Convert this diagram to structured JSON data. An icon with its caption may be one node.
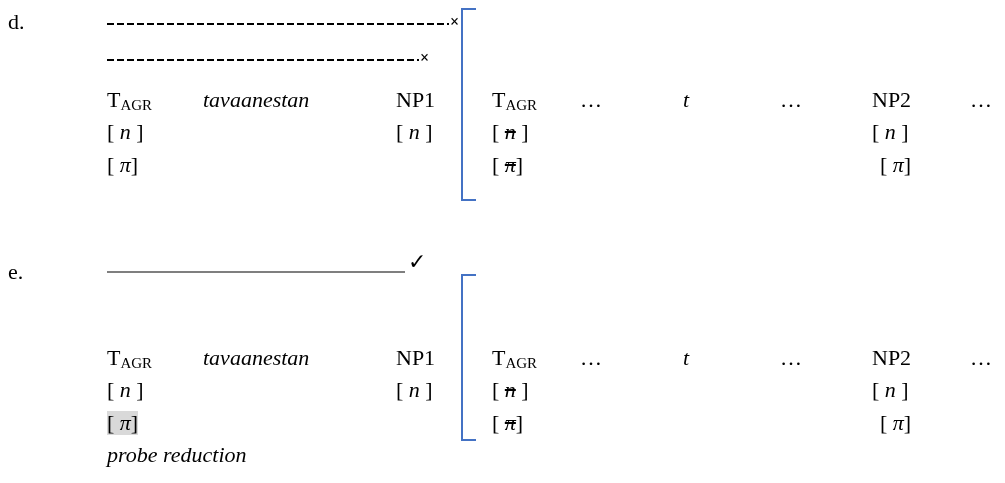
{
  "diagram": {
    "labels": [
      "d.",
      "×",
      "×",
      "T$_{AGR}$",
      "tavaanestan",
      "NP1",
      "T$_{AGR}$",
      "…",
      "t",
      "…",
      "NP2",
      "…",
      "[ *n* ]",
      "[ *n* ]",
      "[ *n* ]",
      "[ *n* ]",
      "[ *π*]",
      "[ *π*]",
      "[ *π*]",
      "e.",
      "✓",
      "T$_{AGR}$",
      "tavaanestan",
      "NP1",
      "T$_{AGR}$",
      "…",
      "t",
      "…",
      "NP2",
      "…",
      "[ *n* ]",
      "[ *n* ]",
      "[ *n* ]",
      "[ *n* ]",
      "[ *π*]",
      "[ *π*]",
      "[ *π*]",
      "probe reduction"
    ]
  }
}
